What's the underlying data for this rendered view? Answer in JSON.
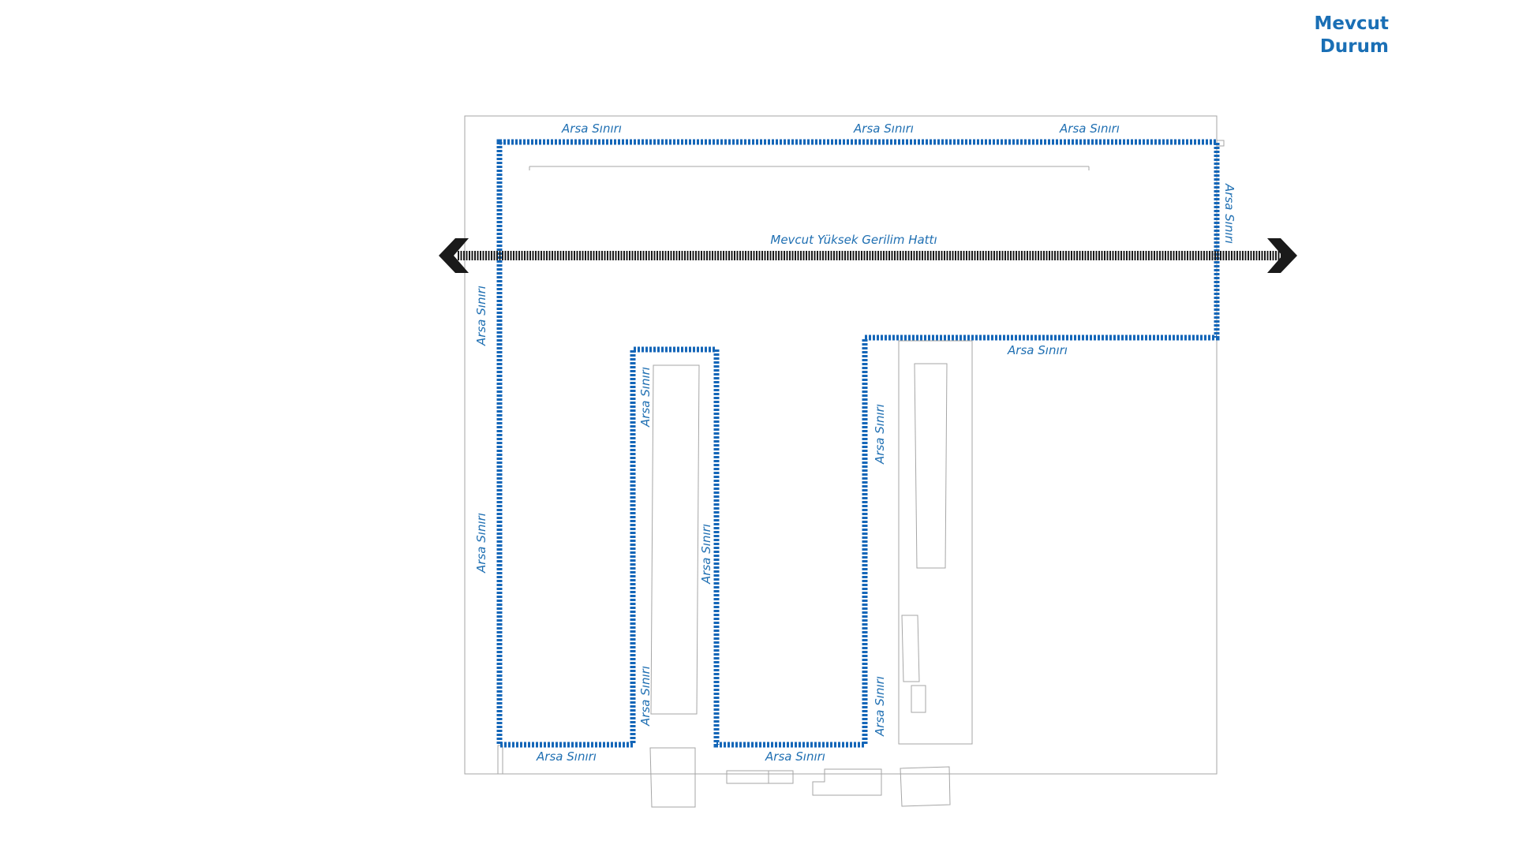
{
  "title": {
    "line1": "Mevcut",
    "line2": "Durum"
  },
  "labels": {
    "boundary": "Arsa Sınırı",
    "power_line": "Mevcut Yüksek Gerilim Hattı"
  },
  "colors": {
    "boundary": "#1466b8",
    "label": "#1f6fb2",
    "power_line": "#1a1a1a",
    "outline": "#9a9a9a",
    "title": "#1a6fb5"
  }
}
